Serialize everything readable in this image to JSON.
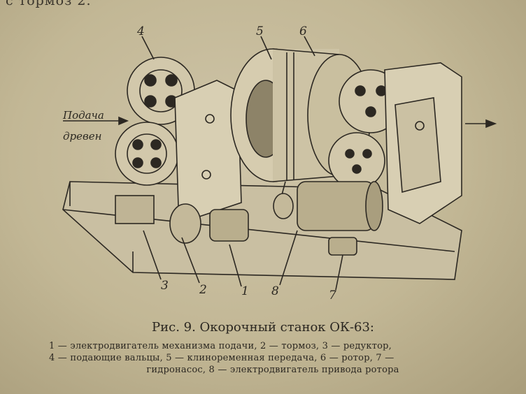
{
  "page": {
    "top_fragment": "с тормоз 2."
  },
  "figure": {
    "feed_label_line1": "Подача",
    "feed_label_line2": "древен",
    "callouts": {
      "n1": "1",
      "n2": "2",
      "n3": "3",
      "n4": "4",
      "n5": "5",
      "n6": "6",
      "n7": "7",
      "n8": "8"
    }
  },
  "caption": {
    "title": "Рис. 9. Окорочный станок ОК-63:"
  },
  "legend": {
    "line1": "1 — электродвигатель механизма подачи, 2 — тормоз, 3 — редуктор,",
    "line2": "4 — подающие вальцы, 5 — клиноременная передача, 6 — ротор, 7 —",
    "line3": "гидронасос, 8 — электродвигатель привода ротора"
  }
}
